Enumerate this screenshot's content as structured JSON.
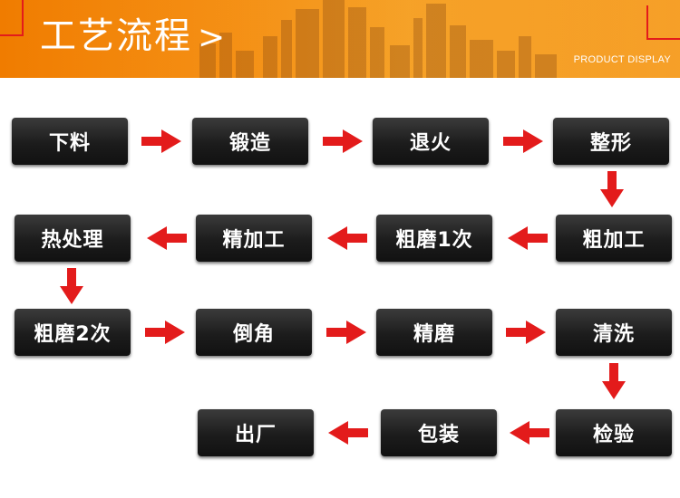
{
  "header": {
    "title": "工艺流程",
    "chevron": ">",
    "subtitle": "PRODUCT DISPLAY"
  },
  "colors": {
    "banner_orange": "#f39200",
    "box_black": "#1c1c1c",
    "box_text": "#ffffff",
    "arrow_red": "#e31b1b"
  },
  "flow": {
    "steps": [
      "下料",
      "锻造",
      "退火",
      "整形",
      "粗加工",
      "粗磨1次",
      "精加工",
      "热处理",
      "粗磨2次",
      "倒角",
      "精磨",
      "清洗",
      "检验",
      "包装",
      "出厂"
    ],
    "arrow_directions": [
      "right",
      "right",
      "right",
      "down",
      "left",
      "left",
      "left",
      "down",
      "right",
      "right",
      "right",
      "down",
      "left",
      "left"
    ]
  }
}
